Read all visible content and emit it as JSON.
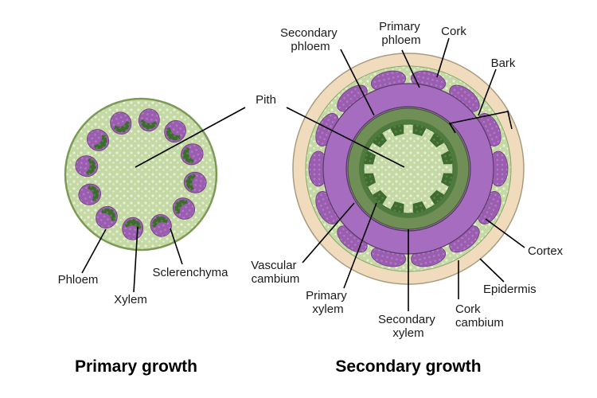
{
  "captions": {
    "primary": "Primary growth",
    "secondary": "Secondary growth"
  },
  "labels": {
    "pith": "Pith",
    "phloem": "Phloem",
    "xylem": "Xylem",
    "sclerenchyma": "Sclerenchyma",
    "secondary_phloem": [
      "Secondary",
      "phloem"
    ],
    "primary_phloem": [
      "Primary",
      "phloem"
    ],
    "cork": "Cork",
    "bark": "Bark",
    "cortex": "Cortex",
    "epidermis": "Epidermis",
    "cork_cambium": [
      "Cork",
      "cambium"
    ],
    "secondary_xylem": [
      "Secondary",
      "xylem"
    ],
    "primary_xylem": [
      "Primary",
      "xylem"
    ],
    "vascular_cambium": [
      "Vascular",
      "cambium"
    ]
  },
  "colors": {
    "ground_tissue": "#c5d9a4",
    "stem_outline": "#7a9a56",
    "primary_phloem": "#9a5db0",
    "primary_xylem": "#3f6b30",
    "secondary_phloem": "#a66cbf",
    "secondary_xylem": "#6f8f57",
    "cork": "#f0dcbc",
    "cortex": "#cfe0b3",
    "pith_cells": "#e8efda"
  }
}
